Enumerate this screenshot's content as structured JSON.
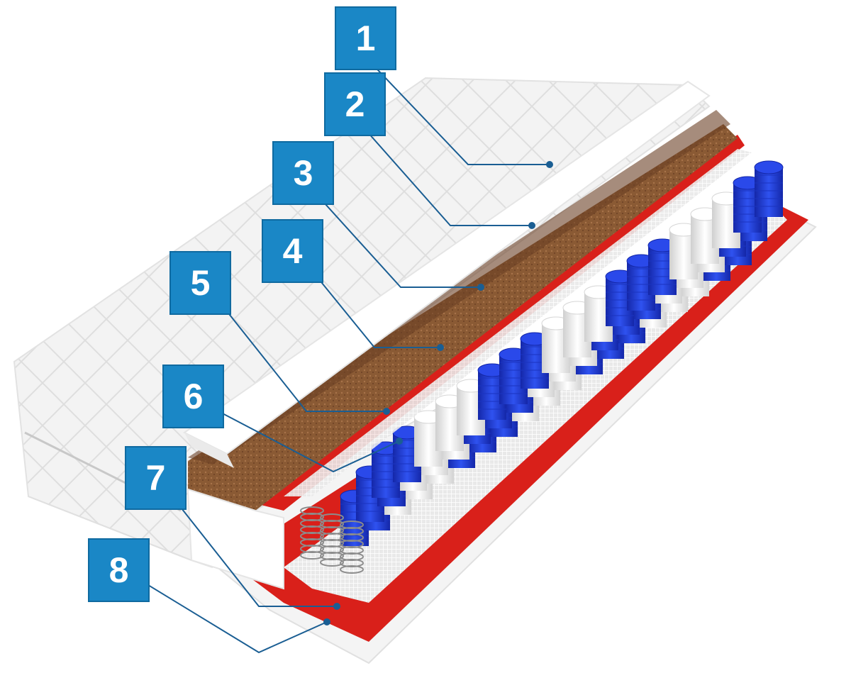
{
  "colors": {
    "badge": "#1a87c6",
    "badge_edge": "#0f6aa0",
    "leader_line": "#1a5e93",
    "cover": "#f2f2f2",
    "coconut": "#8a5a34",
    "felt": "#d9201a",
    "spring_blue": "#1f3fd6",
    "spring_white": "#f4f4f4",
    "mesh": "#ffffff"
  },
  "callouts": [
    {
      "number": "1"
    },
    {
      "number": "2"
    },
    {
      "number": "3"
    },
    {
      "number": "4"
    },
    {
      "number": "5"
    },
    {
      "number": "6"
    },
    {
      "number": "7"
    },
    {
      "number": "8"
    }
  ]
}
